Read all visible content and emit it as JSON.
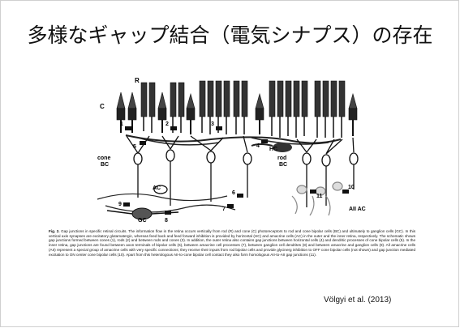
{
  "slide": {
    "title": "多様なギャップ結合（電気シナプス）の存在",
    "citation": "Völgyi et al. (2013)"
  },
  "figure": {
    "labels": {
      "rod": "R",
      "cone": "C",
      "cone_bc_1": "cone",
      "cone_bc_2": "BC",
      "hc": "HC",
      "rod_bc_1": "rod",
      "rod_bc_2": "BC",
      "ac": "AC",
      "gc": "GC",
      "aii_ac": "AII AC"
    },
    "junction_numbers": [
      "1",
      "2",
      "3",
      "4",
      "5",
      "6",
      "7",
      "8",
      "9",
      "10",
      "11"
    ]
  },
  "caption": {
    "lead": "Fig. 2.",
    "body": "Gap junctions in specific retinal circuits. The information flow in the retina occurs vertically from rod (R) and cone (C) photoreceptors to rod and cone bipolar cells (BC) and ultimately to ganglion cells (GC). In this vertical axis synapses are excitatory glutamatergic, whereas feed back and feed forward inhibition is provided by horizontal (HC) and amacrine cells (AC) in the outer and the inner retina, respectively. The schematic shows gap junctions formed between cones (1), rods (2) and between rods and cones (3). In addition, the outer retina also contains gap junctions between horizontal cells (4) and dendritic processes of cone bipolar cells (5). In the inner retina, gap junctions are found between axon terminals of bipolar cells (6), between amacrine cell processes (7), between ganglion cell dendrites (8) and between amacrine and ganglion cells (9). All amacrine cells (AII) represent a special group of amacrine cells with very specific connections; they receive their inputs from rod bipolar cells and provide glycinerg inhibition to OFF cone bipolar cells (not shown) and gap junction mediated excitation to ON center cone bipolar cells (10). Apart from this heterologous AII-to-cone bipolar cell contact they also form homologous AII-to-AII gap junctions (11)."
  }
}
